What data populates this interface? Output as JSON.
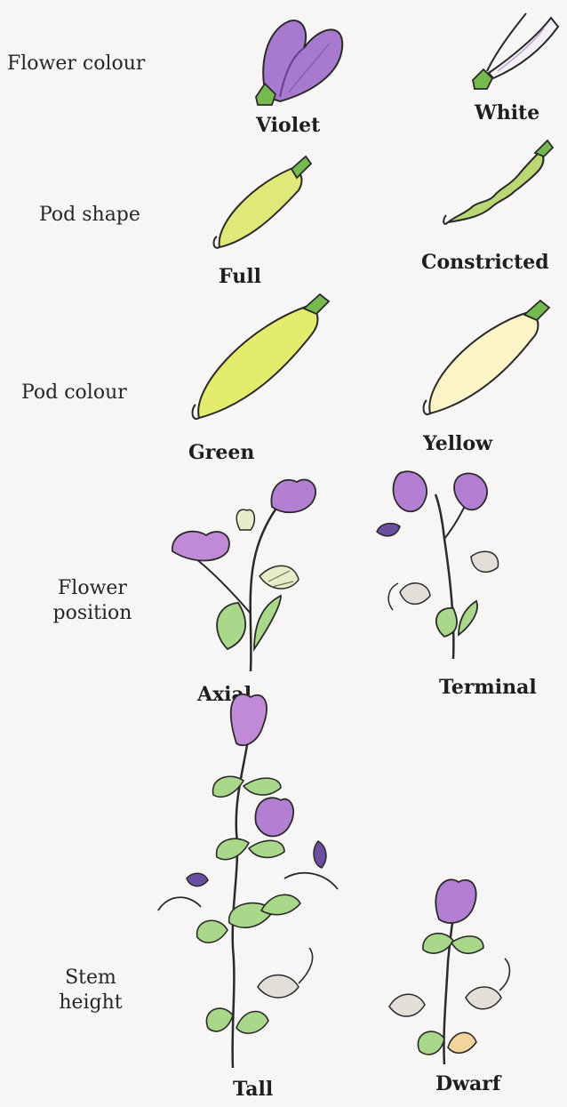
{
  "rows": [
    {
      "trait": "Flower colour",
      "left": "Violet",
      "right": "White"
    },
    {
      "trait": "Pod shape",
      "left": "Full",
      "right": "Constricted"
    },
    {
      "trait": "Pod colour",
      "left": "Green",
      "right": "Yellow"
    },
    {
      "trait_line1": "Flower",
      "trait_line2": "position",
      "left": "Axial",
      "right": "Terminal"
    },
    {
      "trait_line1": "Stem",
      "trait_line2": "height",
      "left": "Tall",
      "right": "Dwarf"
    }
  ],
  "colors": {
    "violet": "#a77ad0",
    "violet_dark": "#7a4ea8",
    "leaf": "#a9d88a",
    "leaf_dark": "#5f9a4a",
    "pod_green": "#dfe97a",
    "pod_yellow": "#fbf4c6",
    "ink": "#2a2a2a"
  }
}
